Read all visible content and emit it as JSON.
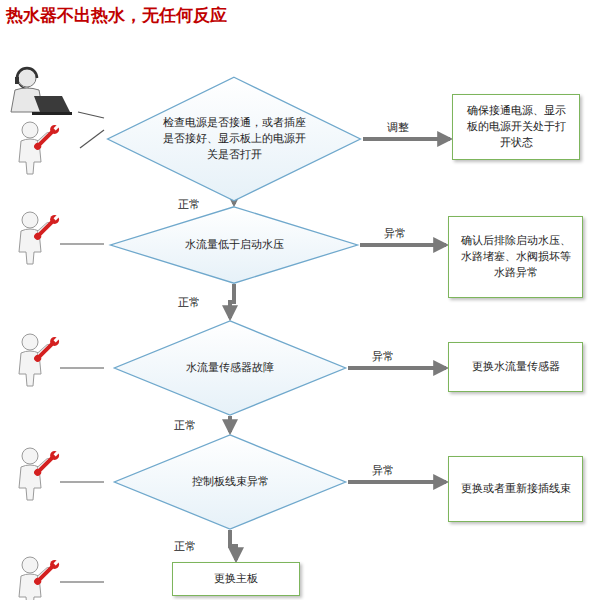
{
  "diagram": {
    "title": "热水器不出热水，无任何反应",
    "nodes": [
      {
        "text": [
          "检查电源是否接通，或者插座是否接好、显示板上的电源开关是否打开"
        ]
      },
      {
        "text": [
          "确保接通电源、显示板的电源开关处于打开状态"
        ]
      },
      {
        "text": [
          "水流量低于启动水压"
        ]
      },
      {
        "text": [
          "确认后排除启动水压、水路堵塞、水阀损坏等水路异常"
        ]
      },
      {
        "text": [
          "水流量传感器故障"
        ]
      },
      {
        "text": [
          "更换水流量传感器"
        ]
      },
      {
        "text": [
          "控制板线束异常"
        ]
      },
      {
        "text": [
          "更换或者重新接插线束"
        ]
      },
      {
        "text": [
          "更换主板"
        ]
      }
    ],
    "edges": [
      {
        "from": 0,
        "to": 1,
        "label": "调整",
        "arrow": "to"
      },
      {
        "from": 0,
        "to": 2,
        "label": "正常",
        "arrow": "to"
      },
      {
        "from": 2,
        "to": 3,
        "label": "异常",
        "arrow": "to"
      },
      {
        "from": 2,
        "to": 4,
        "label": "正常",
        "arrow": "to"
      },
      {
        "from": 4,
        "to": 5,
        "label": "异常",
        "arrow": "to"
      },
      {
        "from": 4,
        "to": 6,
        "label": "正常",
        "arrow": "to"
      },
      {
        "from": 6,
        "to": 7,
        "label": "异常",
        "arrow": "to"
      },
      {
        "from": 6,
        "to": 8,
        "label": "正常",
        "arrow": "to"
      }
    ]
  }
}
